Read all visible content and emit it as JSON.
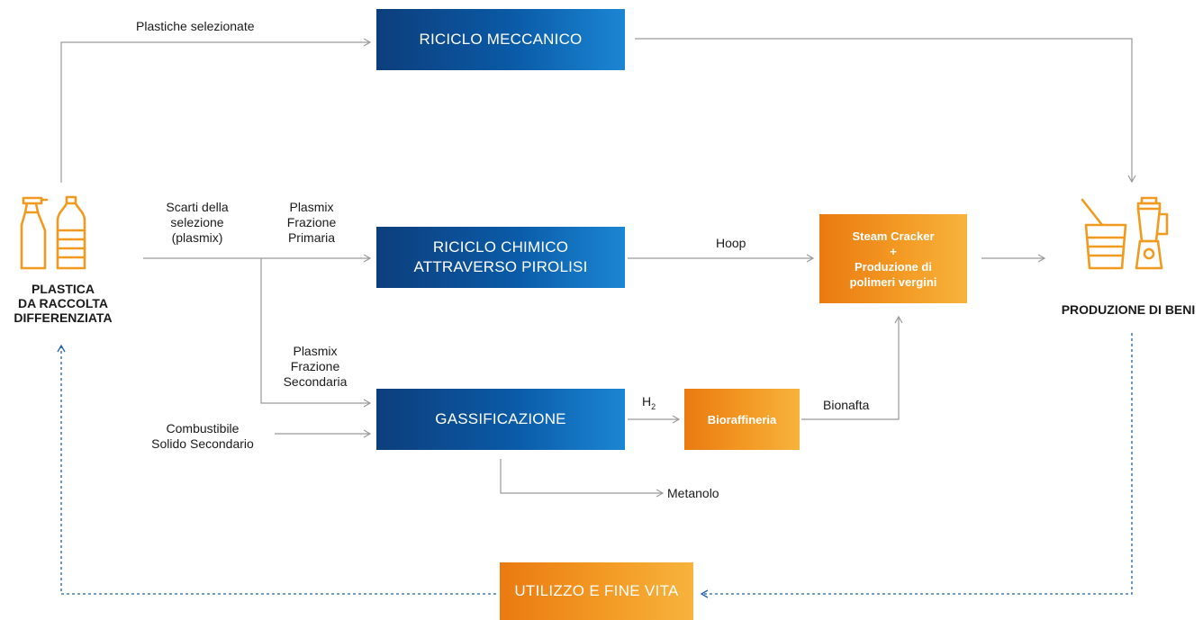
{
  "boxes": {
    "mechanical": "RICICLO MECCANICO",
    "chemical": "RICICLO CHIMICO\nATTRAVERSO PIROLISI",
    "gasification": "GASSIFICAZIONE",
    "steam_cracker": "Steam Cracker\n+\nProduzione di\npolimeri vergini",
    "biorefinery": "Bioraffineria",
    "end_of_life": "UTILIZZO E FINE VITA"
  },
  "labels": {
    "sorted_plastics": "Plastiche selezionate",
    "sorting_waste": "Scarti della\nselezione\n(plasmix)",
    "plasmix_primary": "Plasmix\nFrazione\nPrimaria",
    "plasmix_secondary": "Plasmix\nFrazione\nSecondaria",
    "css_fuel": "Combustibile\nSolido Secondario",
    "hoop": "Hoop",
    "h2_base": "H",
    "h2_sub": "2",
    "bionaphtha": "Bionafta",
    "methanol": "Metanolo",
    "source": "PLASTICA\nDA RACCOLTA\nDIFFERENZIATA",
    "goods": "PRODUZIONE DI BENI"
  },
  "icons": {
    "source": [
      "spray-bottle-icon",
      "plastic-bottle-icon"
    ],
    "goods": [
      "drink-cup-icon",
      "blender-icon"
    ]
  },
  "colors": {
    "blue_dark": "#0d3e7c",
    "blue_light": "#1b86d4",
    "orange_dark": "#ea7a11",
    "orange_light": "#f7b33d",
    "arrow": "#9a9a9a",
    "dashed": "#1f5fa8"
  }
}
